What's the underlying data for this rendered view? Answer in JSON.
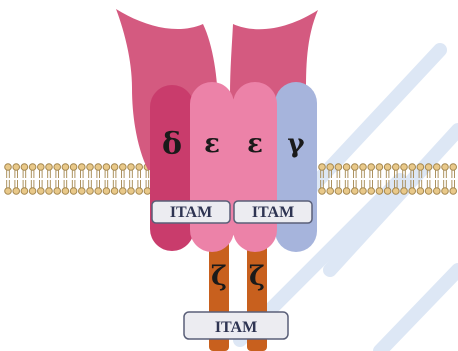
{
  "diagram": {
    "chains": {
      "delta": "δ",
      "epsilon_left": "ε",
      "epsilon_right": "ε",
      "gamma": "γ",
      "zeta_left": "ζ",
      "zeta_right": "ζ"
    },
    "motifs": {
      "itam_left": "ITAM",
      "itam_right": "ITAM",
      "itam_bottom": "ITAM"
    }
  },
  "colors": {
    "receptor_arm": "#d45a80",
    "delta": "#c93c6c",
    "epsilon": "#ec82a8",
    "gamma": "#a6b4dc",
    "zeta": "#c8601e",
    "itam_fill": "#ececf1",
    "itam_border": "#5a5f78",
    "membrane_head": "#e9c98a",
    "membrane_outline": "#a4874f",
    "watermark": "#dde7f5"
  }
}
